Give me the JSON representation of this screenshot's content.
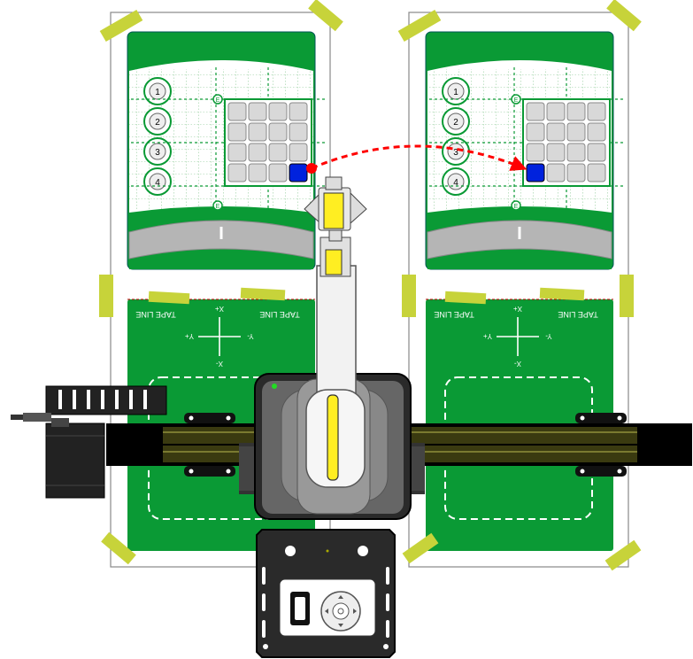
{
  "mats": [
    {
      "id": "left",
      "circles": [
        "1",
        "2",
        "3",
        "4"
      ],
      "grid_marker": "E",
      "tape_line_left": "TAPE LINE",
      "tape_line_right": "TAPE LINE",
      "axis_xplus": "X+",
      "axis_xminus": "X-",
      "axis_yplus": "Y+",
      "axis_yminus": "Y-",
      "highlighted_cell": "bottom-right"
    },
    {
      "id": "right",
      "circles": [
        "1",
        "2",
        "3",
        "4"
      ],
      "grid_marker": "E",
      "tape_line_left": "TAPE LINE",
      "tape_line_right": "TAPE LINE",
      "axis_xplus": "X+",
      "axis_xminus": "X-",
      "axis_yplus": "Y+",
      "axis_yminus": "Y-",
      "highlighted_cell": "bottom-left"
    }
  ],
  "transfer_arrow": {
    "style": "dashed",
    "from": "left-mat grid cell",
    "to": "right-mat grid cell"
  },
  "colors": {
    "mat_green": "#0a9a35",
    "tape_yellow": "#c7d33a",
    "highlight_blue": "#0022dd",
    "arrow_red": "#ff0000",
    "gripper_yellow": "#ffee22",
    "rail_olive": "#3a3a10"
  },
  "icons": {
    "motor": "stepper-motor-icon",
    "control_buttons": "dpad-icon",
    "power": "power-switch-icon"
  }
}
